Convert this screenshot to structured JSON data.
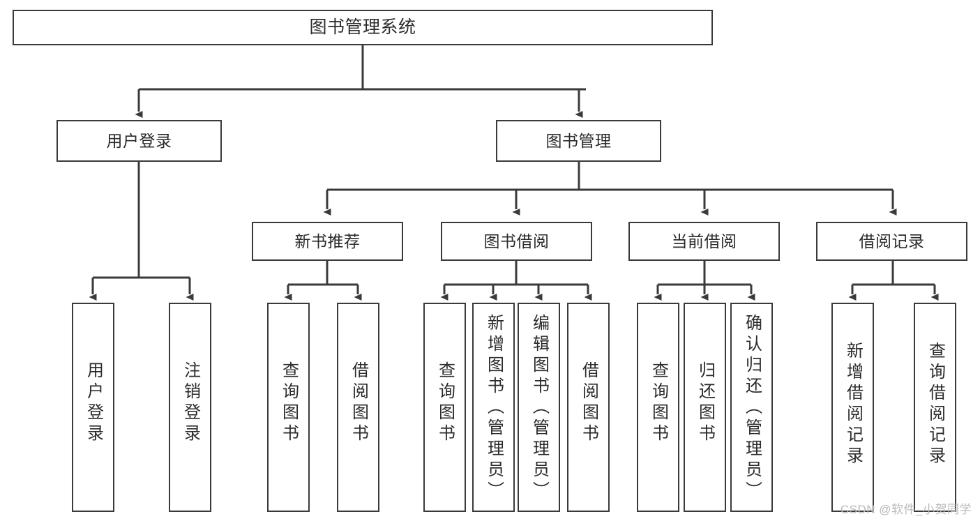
{
  "diagram": {
    "type": "hierarchy-tree",
    "title": "图书管理系统",
    "watermark": "CSDN @软件_小贺同学",
    "colors": {
      "box_border": "#3a3a3a",
      "box_fill": "#ffffff",
      "connector": "#3a3a3a",
      "text": "#2b2b2b",
      "watermark": "#b9b9b9"
    },
    "levels": {
      "level0": {
        "label": "root"
      },
      "level1": {
        "label": "modules"
      },
      "level2": {
        "label": "submodules"
      },
      "level3": {
        "label": "functions"
      }
    },
    "nodes": {
      "root": {
        "label": "图书管理系统"
      },
      "user_login": {
        "label": "用户登录"
      },
      "book_manage": {
        "label": "图书管理"
      },
      "new_book_rec": {
        "label": "新书推荐"
      },
      "book_borrow": {
        "label": "图书借阅"
      },
      "current_borrow": {
        "label": "当前借阅"
      },
      "borrow_record": {
        "label": "借阅记录"
      },
      "leaf_user_login": {
        "label": "用户登录"
      },
      "leaf_logout": {
        "label": "注销登录"
      },
      "leaf_query_book_1": {
        "label": "查询图书"
      },
      "leaf_borrow_book_1": {
        "label": "借阅图书"
      },
      "leaf_query_book_2": {
        "label": "查询图书"
      },
      "leaf_add_book": {
        "label": "新增图书（管理员）"
      },
      "leaf_edit_book": {
        "label": "编辑图书（管理员）"
      },
      "leaf_borrow_book_2": {
        "label": "借阅图书"
      },
      "leaf_query_book_3": {
        "label": "查询图书"
      },
      "leaf_return_book": {
        "label": "归还图书"
      },
      "leaf_confirm_return": {
        "label": "确认归还（管理员）"
      },
      "leaf_add_record": {
        "label": "新增借阅记录"
      },
      "leaf_query_record": {
        "label": "查询借阅记录"
      }
    },
    "edges": [
      {
        "from": "root",
        "to": "user_login"
      },
      {
        "from": "root",
        "to": "book_manage"
      },
      {
        "from": "user_login",
        "to": "leaf_user_login"
      },
      {
        "from": "user_login",
        "to": "leaf_logout"
      },
      {
        "from": "book_manage",
        "to": "new_book_rec"
      },
      {
        "from": "book_manage",
        "to": "book_borrow"
      },
      {
        "from": "book_manage",
        "to": "current_borrow"
      },
      {
        "from": "book_manage",
        "to": "borrow_record"
      },
      {
        "from": "new_book_rec",
        "to": "leaf_query_book_1"
      },
      {
        "from": "new_book_rec",
        "to": "leaf_borrow_book_1"
      },
      {
        "from": "book_borrow",
        "to": "leaf_query_book_2"
      },
      {
        "from": "book_borrow",
        "to": "leaf_add_book"
      },
      {
        "from": "book_borrow",
        "to": "leaf_edit_book"
      },
      {
        "from": "book_borrow",
        "to": "leaf_borrow_book_2"
      },
      {
        "from": "current_borrow",
        "to": "leaf_query_book_3"
      },
      {
        "from": "current_borrow",
        "to": "leaf_return_book"
      },
      {
        "from": "current_borrow",
        "to": "leaf_confirm_return"
      },
      {
        "from": "borrow_record",
        "to": "leaf_add_record"
      },
      {
        "from": "borrow_record",
        "to": "leaf_query_record"
      }
    ]
  }
}
